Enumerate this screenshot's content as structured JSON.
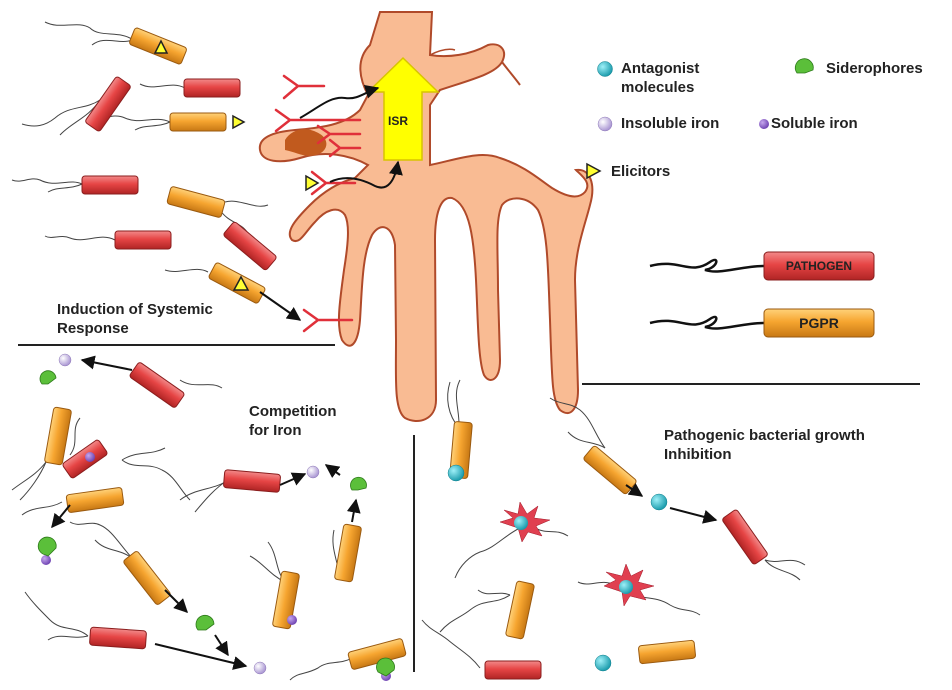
{
  "root_label": "ISR",
  "legend": {
    "antagonist": "Antagonist molecules",
    "antagonist_line1": "Antagonist",
    "antagonist_line2": "molecules",
    "siderophores": "Siderophores",
    "insoluble_iron": "Insoluble iron",
    "soluble_iron": "Soluble iron",
    "elicitors": "Elicitors"
  },
  "key": {
    "pathogen": "PATHOGEN",
    "pgpr": "PGPR"
  },
  "sections": {
    "isr_line1": "Induction of Systemic",
    "isr_line2": "Response",
    "iron_line1": "Competition",
    "iron_line2": "for Iron",
    "inhibit_line1": "Pathogenic bacterial growth",
    "inhibit_line2": "Inhibition"
  },
  "colors": {
    "root_fill": "#f9bb93",
    "root_stroke": "#b04a2a",
    "pathogen": "#e84a4a",
    "pgpr": "#f6a530",
    "arrow_isr": "#ffff00",
    "antagonist": "#27b7c9",
    "siderophore": "#5bbf3a",
    "iron": "#c9b8e6",
    "receptor": "#e0303a"
  }
}
